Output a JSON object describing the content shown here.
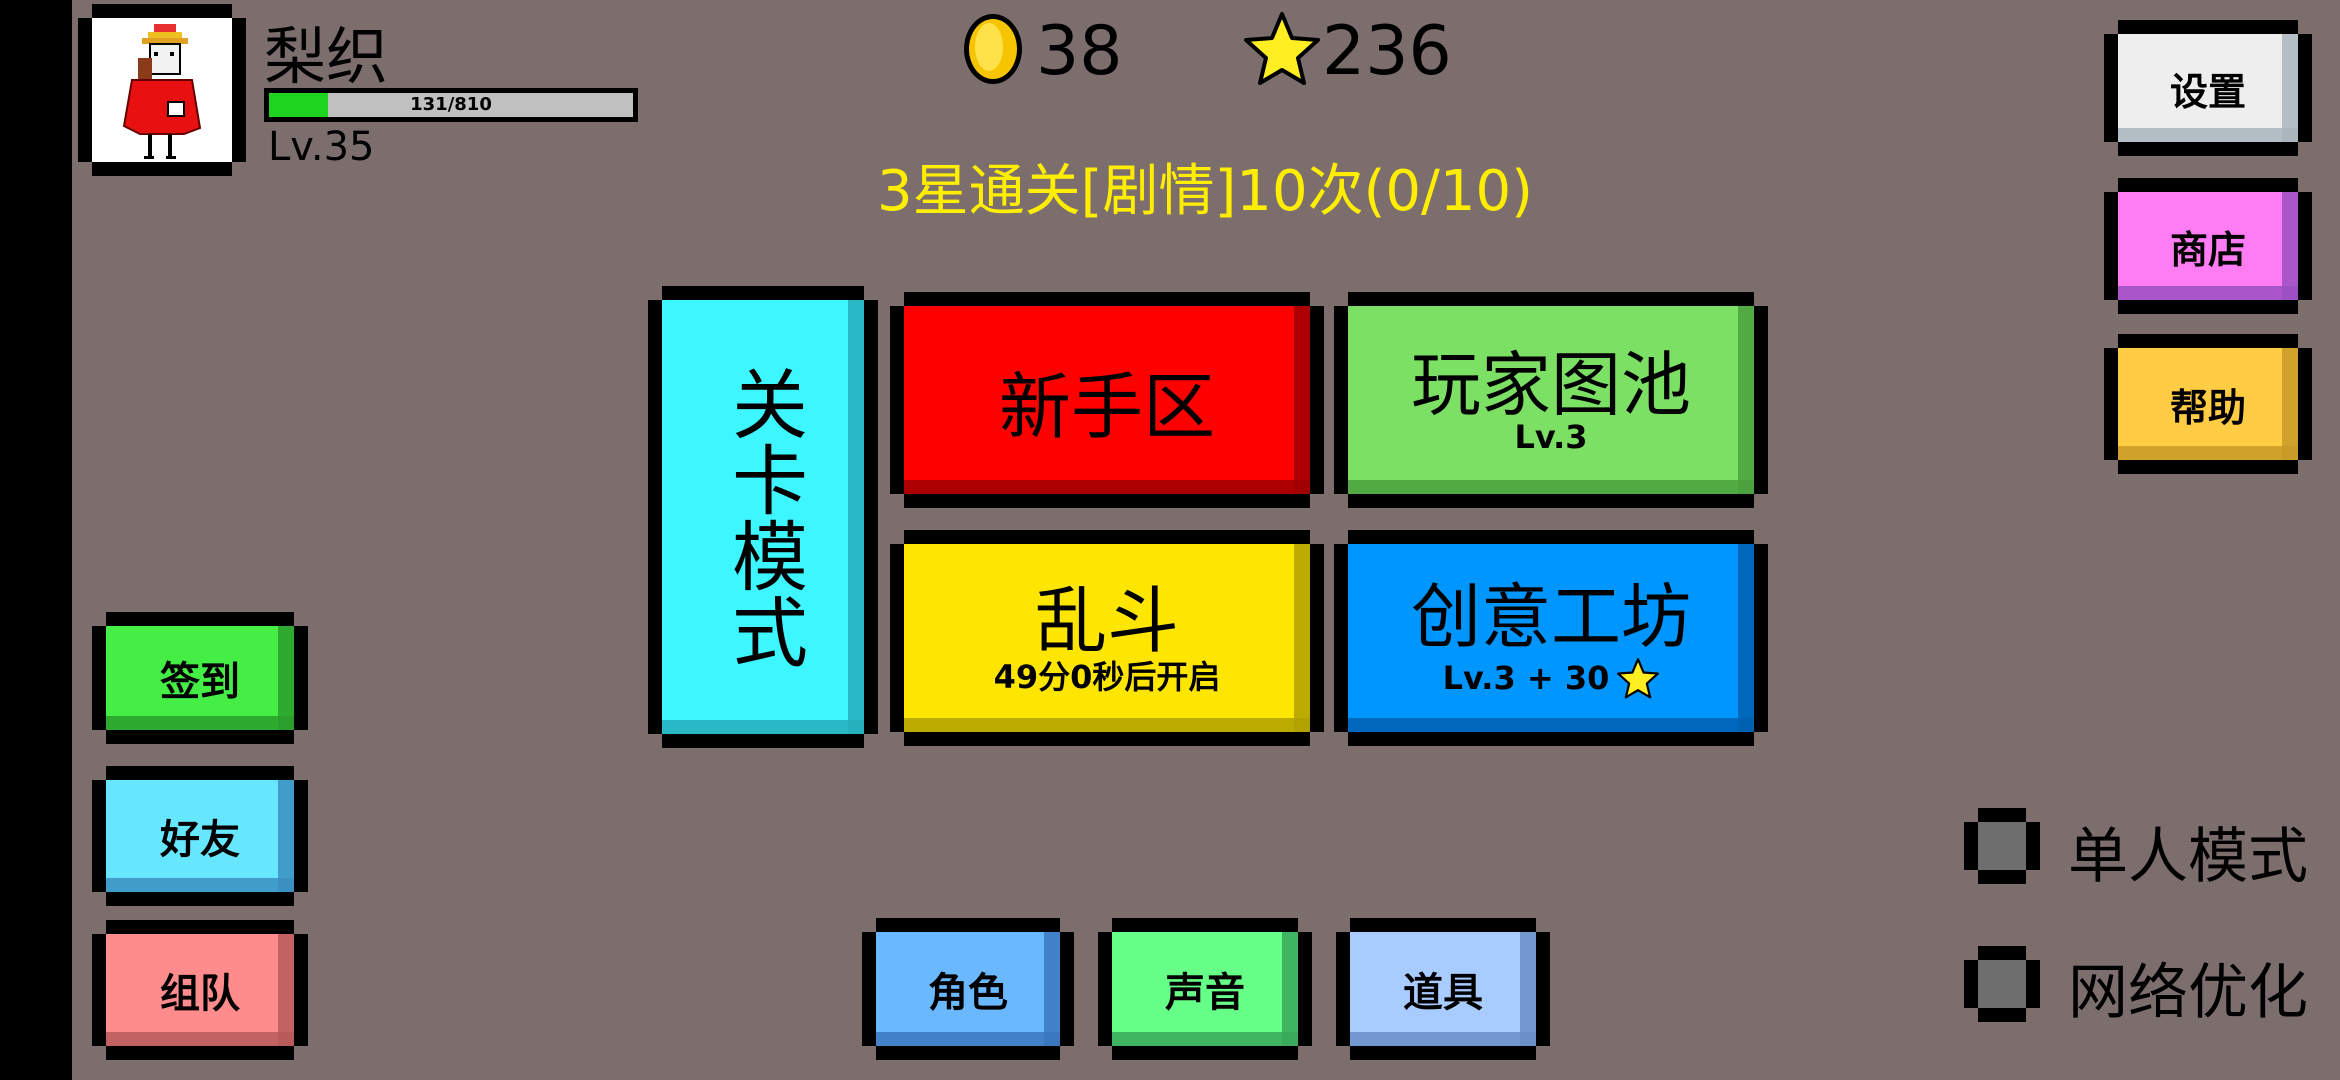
{
  "player": {
    "name": "梨织",
    "xp_text": "131/810",
    "xp_progress": 0.162,
    "level": "Lv.35"
  },
  "currency": {
    "coins": "38",
    "stars": "236"
  },
  "quest": {
    "text": "3星通关[剧情]10次(0/10)"
  },
  "right_menu": {
    "settings": "设置",
    "shop": "商店",
    "help": "帮助"
  },
  "left_menu": {
    "checkin": "签到",
    "friends": "好友",
    "team": "组队"
  },
  "modes": {
    "level_mode": "关卡模式",
    "novice": "新手区",
    "player_pool": "玩家图池",
    "player_pool_level": "Lv.3",
    "brawl": "乱斗",
    "brawl_timer": "49分0秒后开启",
    "workshop": "创意工坊",
    "workshop_level": "Lv.3 + 30"
  },
  "bottom_menu": {
    "character": "角色",
    "sound": "声音",
    "items": "道具"
  },
  "toggles": {
    "single_mode": "单人模式",
    "network_opt": "网络优化"
  },
  "colors": {
    "background": "#7d6e6e",
    "level_mode": "#3ef6ff",
    "novice": "#ff0000",
    "player_pool": "#7ce064",
    "brawl": "#ffe600",
    "workshop": "#0096ff",
    "settings": "#eeeeee",
    "shop": "#ff7cf2",
    "help": "#ffcc44",
    "checkin": "#44ee44",
    "friends": "#66e6ff",
    "team": "#ff8c8c",
    "character": "#6ab8ff",
    "sound": "#66ff88",
    "items": "#a8ccff",
    "quest_text": "#ffee00"
  }
}
